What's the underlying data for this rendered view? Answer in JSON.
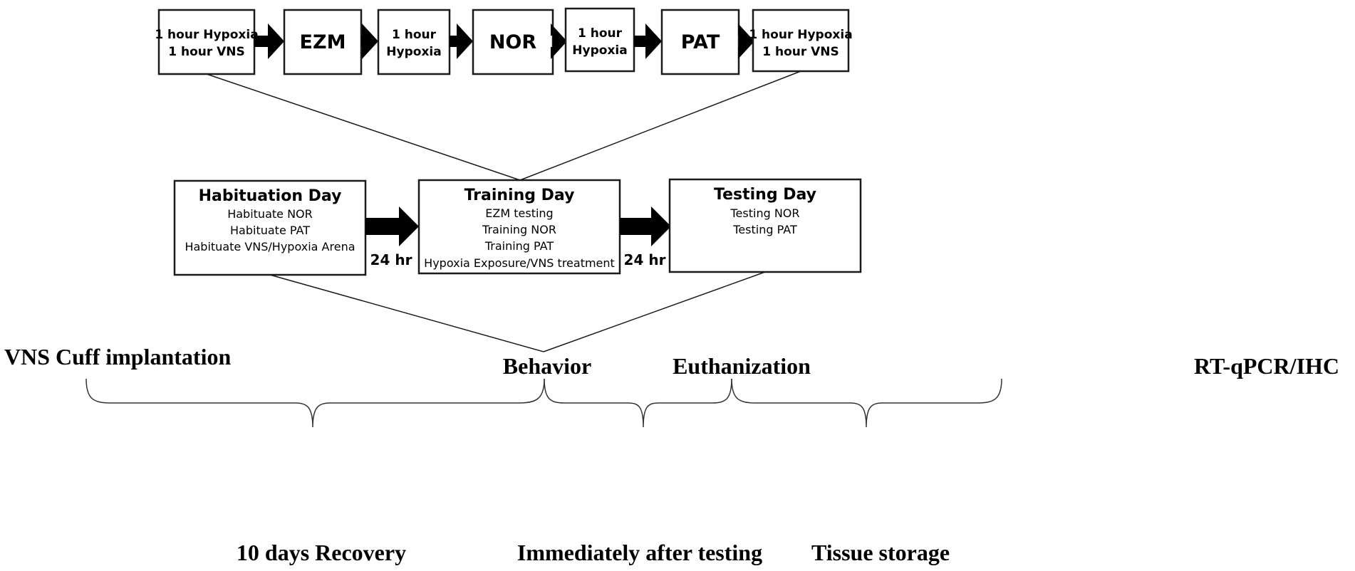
{
  "top_row": {
    "box1": {
      "line1": "1 hour Hypoxia",
      "line2": "1 hour VNS"
    },
    "box2": {
      "label": "EZM"
    },
    "box3": {
      "line1": "1 hour",
      "line2": "Hypoxia"
    },
    "box4": {
      "label": "NOR"
    },
    "box5": {
      "line1": "1 hour",
      "line2": "Hypoxia"
    },
    "box6": {
      "label": "PAT"
    },
    "box7": {
      "line1": "1 hour Hypoxia",
      "line2": "1 hour VNS"
    }
  },
  "days": {
    "habituation": {
      "title": "Habituation Day",
      "items": [
        "Habituate NOR",
        "Habituate PAT",
        "Habituate VNS/Hypoxia Arena"
      ]
    },
    "training": {
      "title": "Training Day",
      "items": [
        "EZM testing",
        "Training NOR",
        "Training PAT",
        "Hypoxia Exposure/VNS treatment"
      ]
    },
    "testing": {
      "title": "Testing Day",
      "items": [
        "Testing NOR",
        "Testing PAT"
      ]
    },
    "interval1": "24 hr",
    "interval2": "24 hr"
  },
  "timeline": {
    "events": [
      "VNS Cuff implantation",
      "Behavior",
      "Euthanization",
      "RT-qPCR/IHC"
    ],
    "periods": [
      "10 days Recovery",
      "Immediately after testing",
      "Tissue storage"
    ]
  }
}
